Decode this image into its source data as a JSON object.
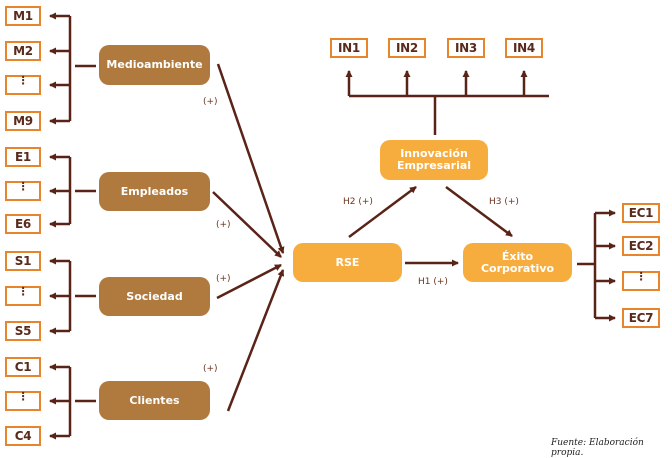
{
  "diagram": {
    "constructs": {
      "medioambiente": "Medioambiente",
      "empleados": "Empleados",
      "sociedad": "Sociedad",
      "clientes": "Clientes",
      "rse": "RSE",
      "innovacion": "Innovación Empresarial",
      "exito": "Éxito Corporativo"
    },
    "indicators": {
      "medioambiente": [
        "M1",
        "M2",
        "⋮",
        "M9"
      ],
      "empleados": [
        "E1",
        "⋮",
        "E6"
      ],
      "sociedad": [
        "S1",
        "⋮",
        "S5"
      ],
      "clientes": [
        "C1",
        "⋮",
        "C4"
      ],
      "innovacion": [
        "IN1",
        "IN2",
        "IN3",
        "IN4"
      ],
      "exito": [
        "EC1",
        "EC2",
        "⋮",
        "EC7"
      ]
    },
    "path_labels": {
      "medioambiente": "(+)",
      "empleados": "(+)",
      "sociedad": "(+)",
      "clientes": "(+)",
      "h1": "H1 (+)",
      "h2": "H2 (+)",
      "h3": "H3 (+)"
    },
    "colors": {
      "dimension_box": "#b07a3e",
      "core_box": "#f6ad3e",
      "indicator_border": "#e8852a",
      "arrow": "#5a2318"
    },
    "source": "Fuente: Elaboración propia."
  }
}
